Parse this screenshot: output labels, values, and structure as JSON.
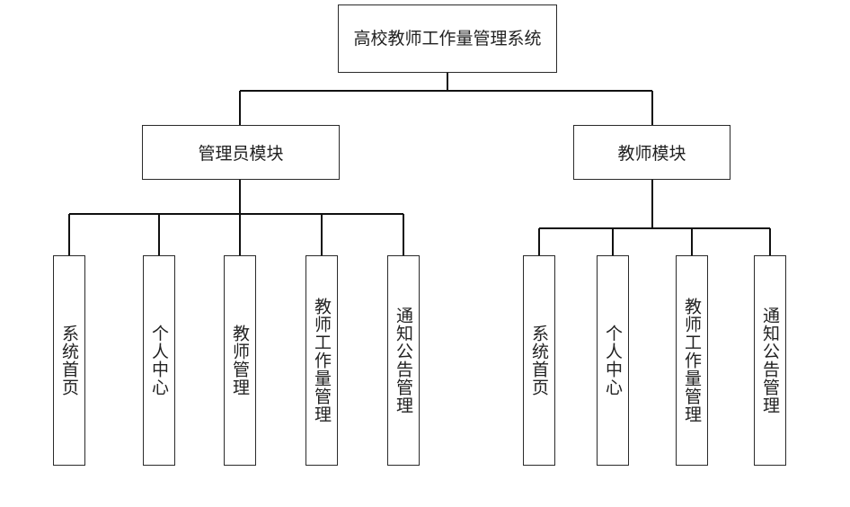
{
  "root": {
    "title": "高校教师工作量管理系统"
  },
  "modules": [
    {
      "label": "管理员模块",
      "children": [
        "系统首页",
        "个人中心",
        "教师管理",
        "教师工作量管理",
        "通知公告管理"
      ]
    },
    {
      "label": "教师模块",
      "children": [
        "系统首页",
        "个人中心",
        "教师工作量管理",
        "通知公告管理"
      ]
    }
  ]
}
